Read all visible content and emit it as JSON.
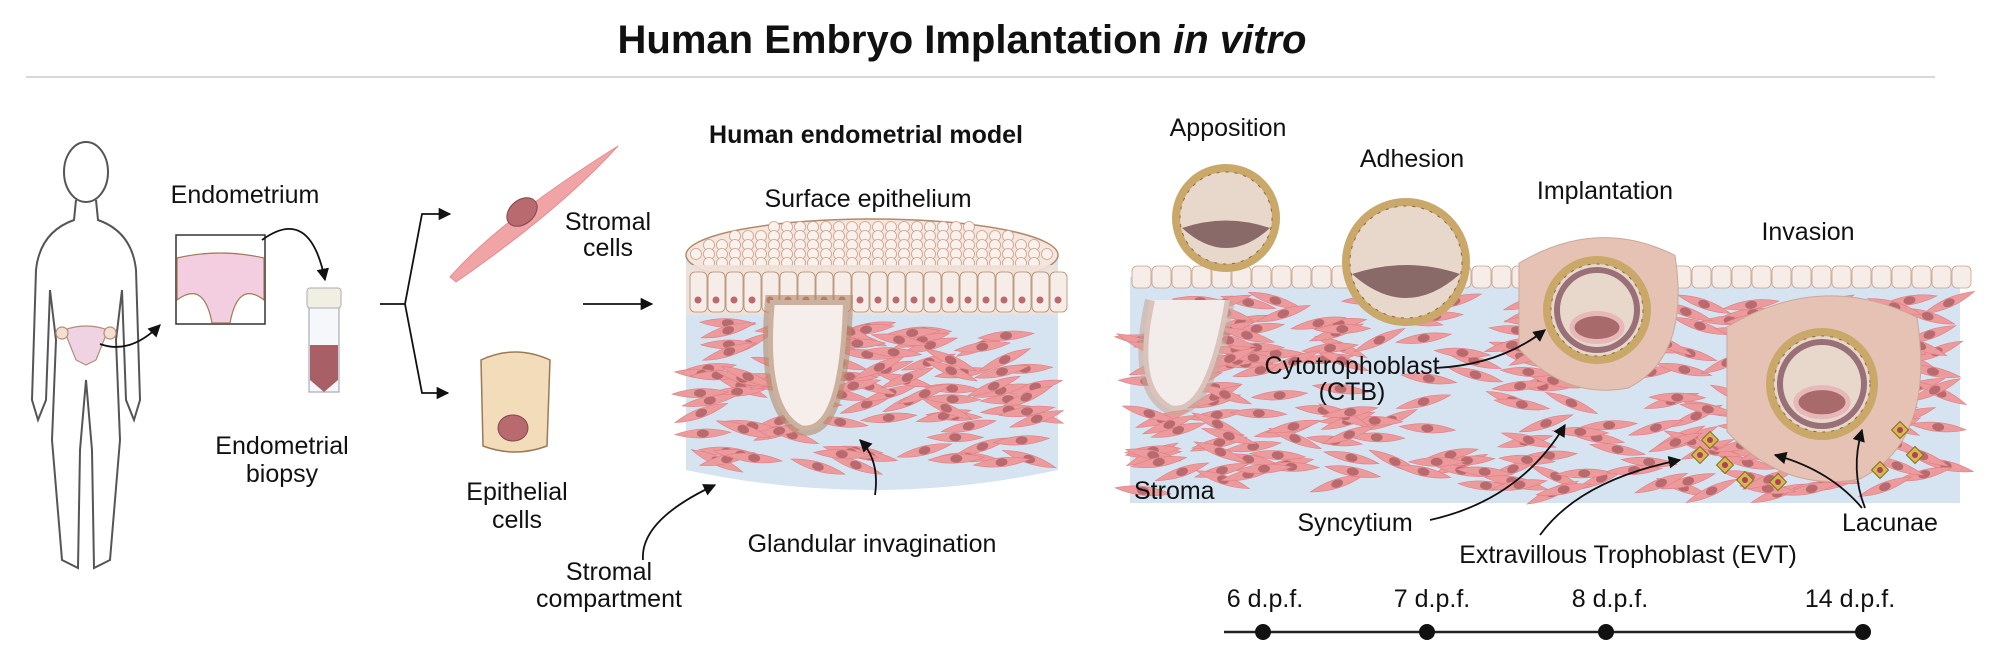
{
  "title": {
    "main": "Human Embryo Implantation",
    "italic": "in vitro"
  },
  "left": {
    "endometrium": "Endometrium",
    "biopsy": [
      "Endometrial",
      "biopsy"
    ],
    "stromal_cells": [
      "Stromal",
      "cells"
    ],
    "epithelial_cells": [
      "Epithelial",
      "cells"
    ]
  },
  "model": {
    "title": "Human endometrial model",
    "surface": "Surface epithelium",
    "glandular": "Glandular invagination",
    "stromal_compartment": [
      "Stromal",
      "compartment"
    ]
  },
  "stages": [
    "Apposition",
    "Adhesion",
    "Implantation",
    "Invasion"
  ],
  "annotations": {
    "ctb": [
      "Cytotrophoblast",
      "(CTB)"
    ],
    "stroma": "Stroma",
    "syncytium": "Syncytium",
    "evt": "Extravillous Trophoblast (EVT)",
    "lacunae": "Lacunae"
  },
  "timeline": [
    "6 d.p.f.",
    "7 d.p.f.",
    "8 d.p.f.",
    "14 d.p.f."
  ],
  "colors": {
    "stroma_bg": "#d6e4f2",
    "stromal_cell": "#ec9a9c",
    "nucleus": "#b86a6e",
    "trophoblast": "#c9a86a",
    "syncytium": "#e6c2b4"
  }
}
